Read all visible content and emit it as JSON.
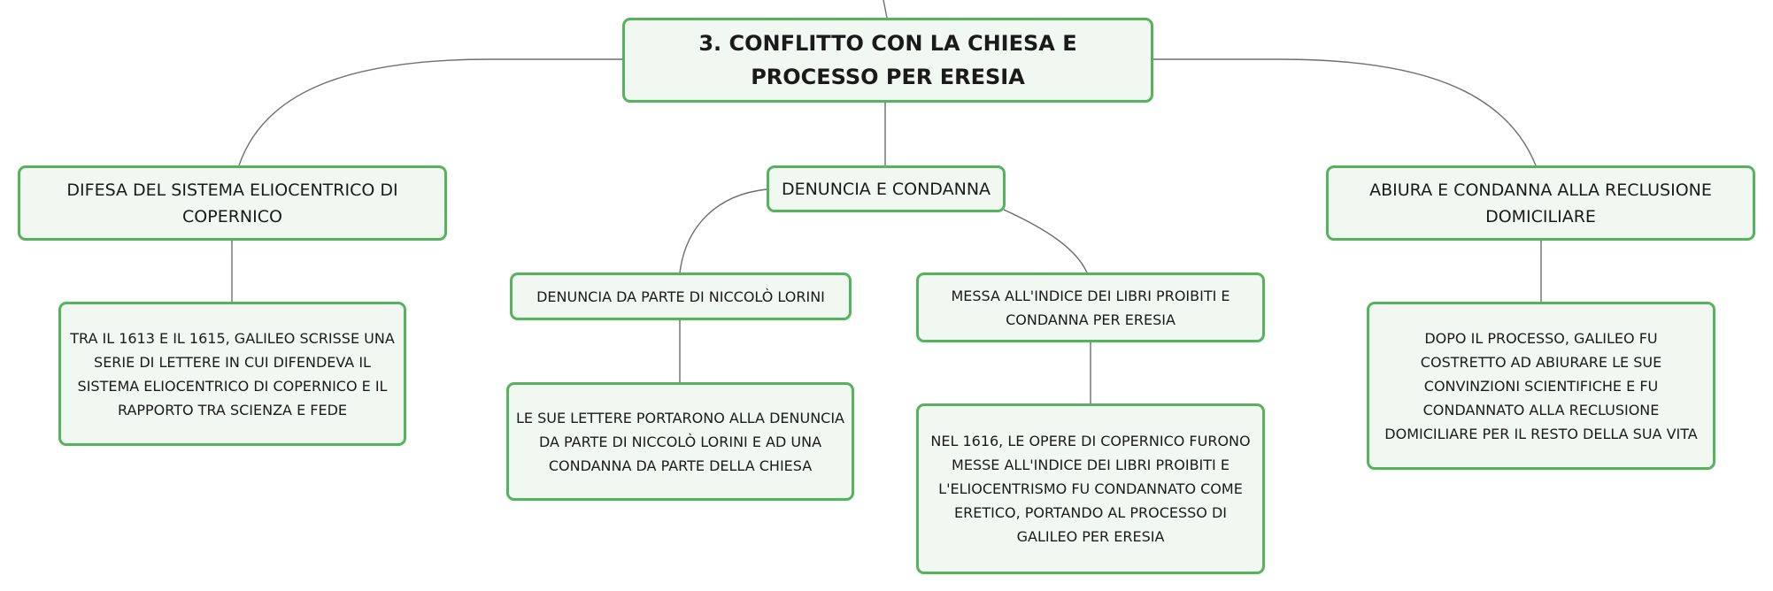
{
  "root": {
    "label": "3. CONFLITTO CON LA CHIESA E PROCESSO PER ERESIA"
  },
  "branches": [
    {
      "label": "DIFESA DEL SISTEMA ELIOCENTRICO DI COPERNICO",
      "children": [
        {
          "label": "TRA IL 1613 E IL 1615, GALILEO SCRISSE UNA SERIE DI LETTERE IN CUI DIFENDEVA IL SISTEMA ELIOCENTRICO DI COPERNICO E IL RAPPORTO TRA SCIENZA E FEDE"
        }
      ]
    },
    {
      "label": "DENUNCIA E CONDANNA",
      "children": [
        {
          "label": "DENUNCIA DA PARTE DI NICCOLÒ LORINI",
          "children": [
            {
              "label": "LE SUE LETTERE PORTARONO ALLA DENUNCIA DA PARTE DI NICCOLÒ LORINI E AD UNA CONDANNA DA PARTE DELLA CHIESA"
            }
          ]
        },
        {
          "label": "MESSA ALL'INDICE DEI LIBRI PROIBITI E CONDANNA PER ERESIA",
          "children": [
            {
              "label": "NEL 1616, LE OPERE DI COPERNICO FURONO MESSE ALL'INDICE DEI LIBRI PROIBITI E L'ELIOCENTRISMO FU CONDANNATO COME ERETICO, PORTANDO AL PROCESSO DI GALILEO PER ERESIA"
            }
          ]
        }
      ]
    },
    {
      "label": "ABIURA E CONDANNA ALLA RECLUSIONE DOMICILIARE",
      "children": [
        {
          "label": "DOPO IL PROCESSO, GALILEO FU COSTRETTO AD ABIURARE LE SUE CONVINZIONI SCIENTIFICHE E FU CONDANNATO ALLA RECLUSIONE DOMICILIARE PER IL RESTO DELLA SUA VITA"
        }
      ]
    }
  ],
  "colors": {
    "border": "#56b25c",
    "fill": "#f1f8f2",
    "connector": "#6e6e6e"
  }
}
